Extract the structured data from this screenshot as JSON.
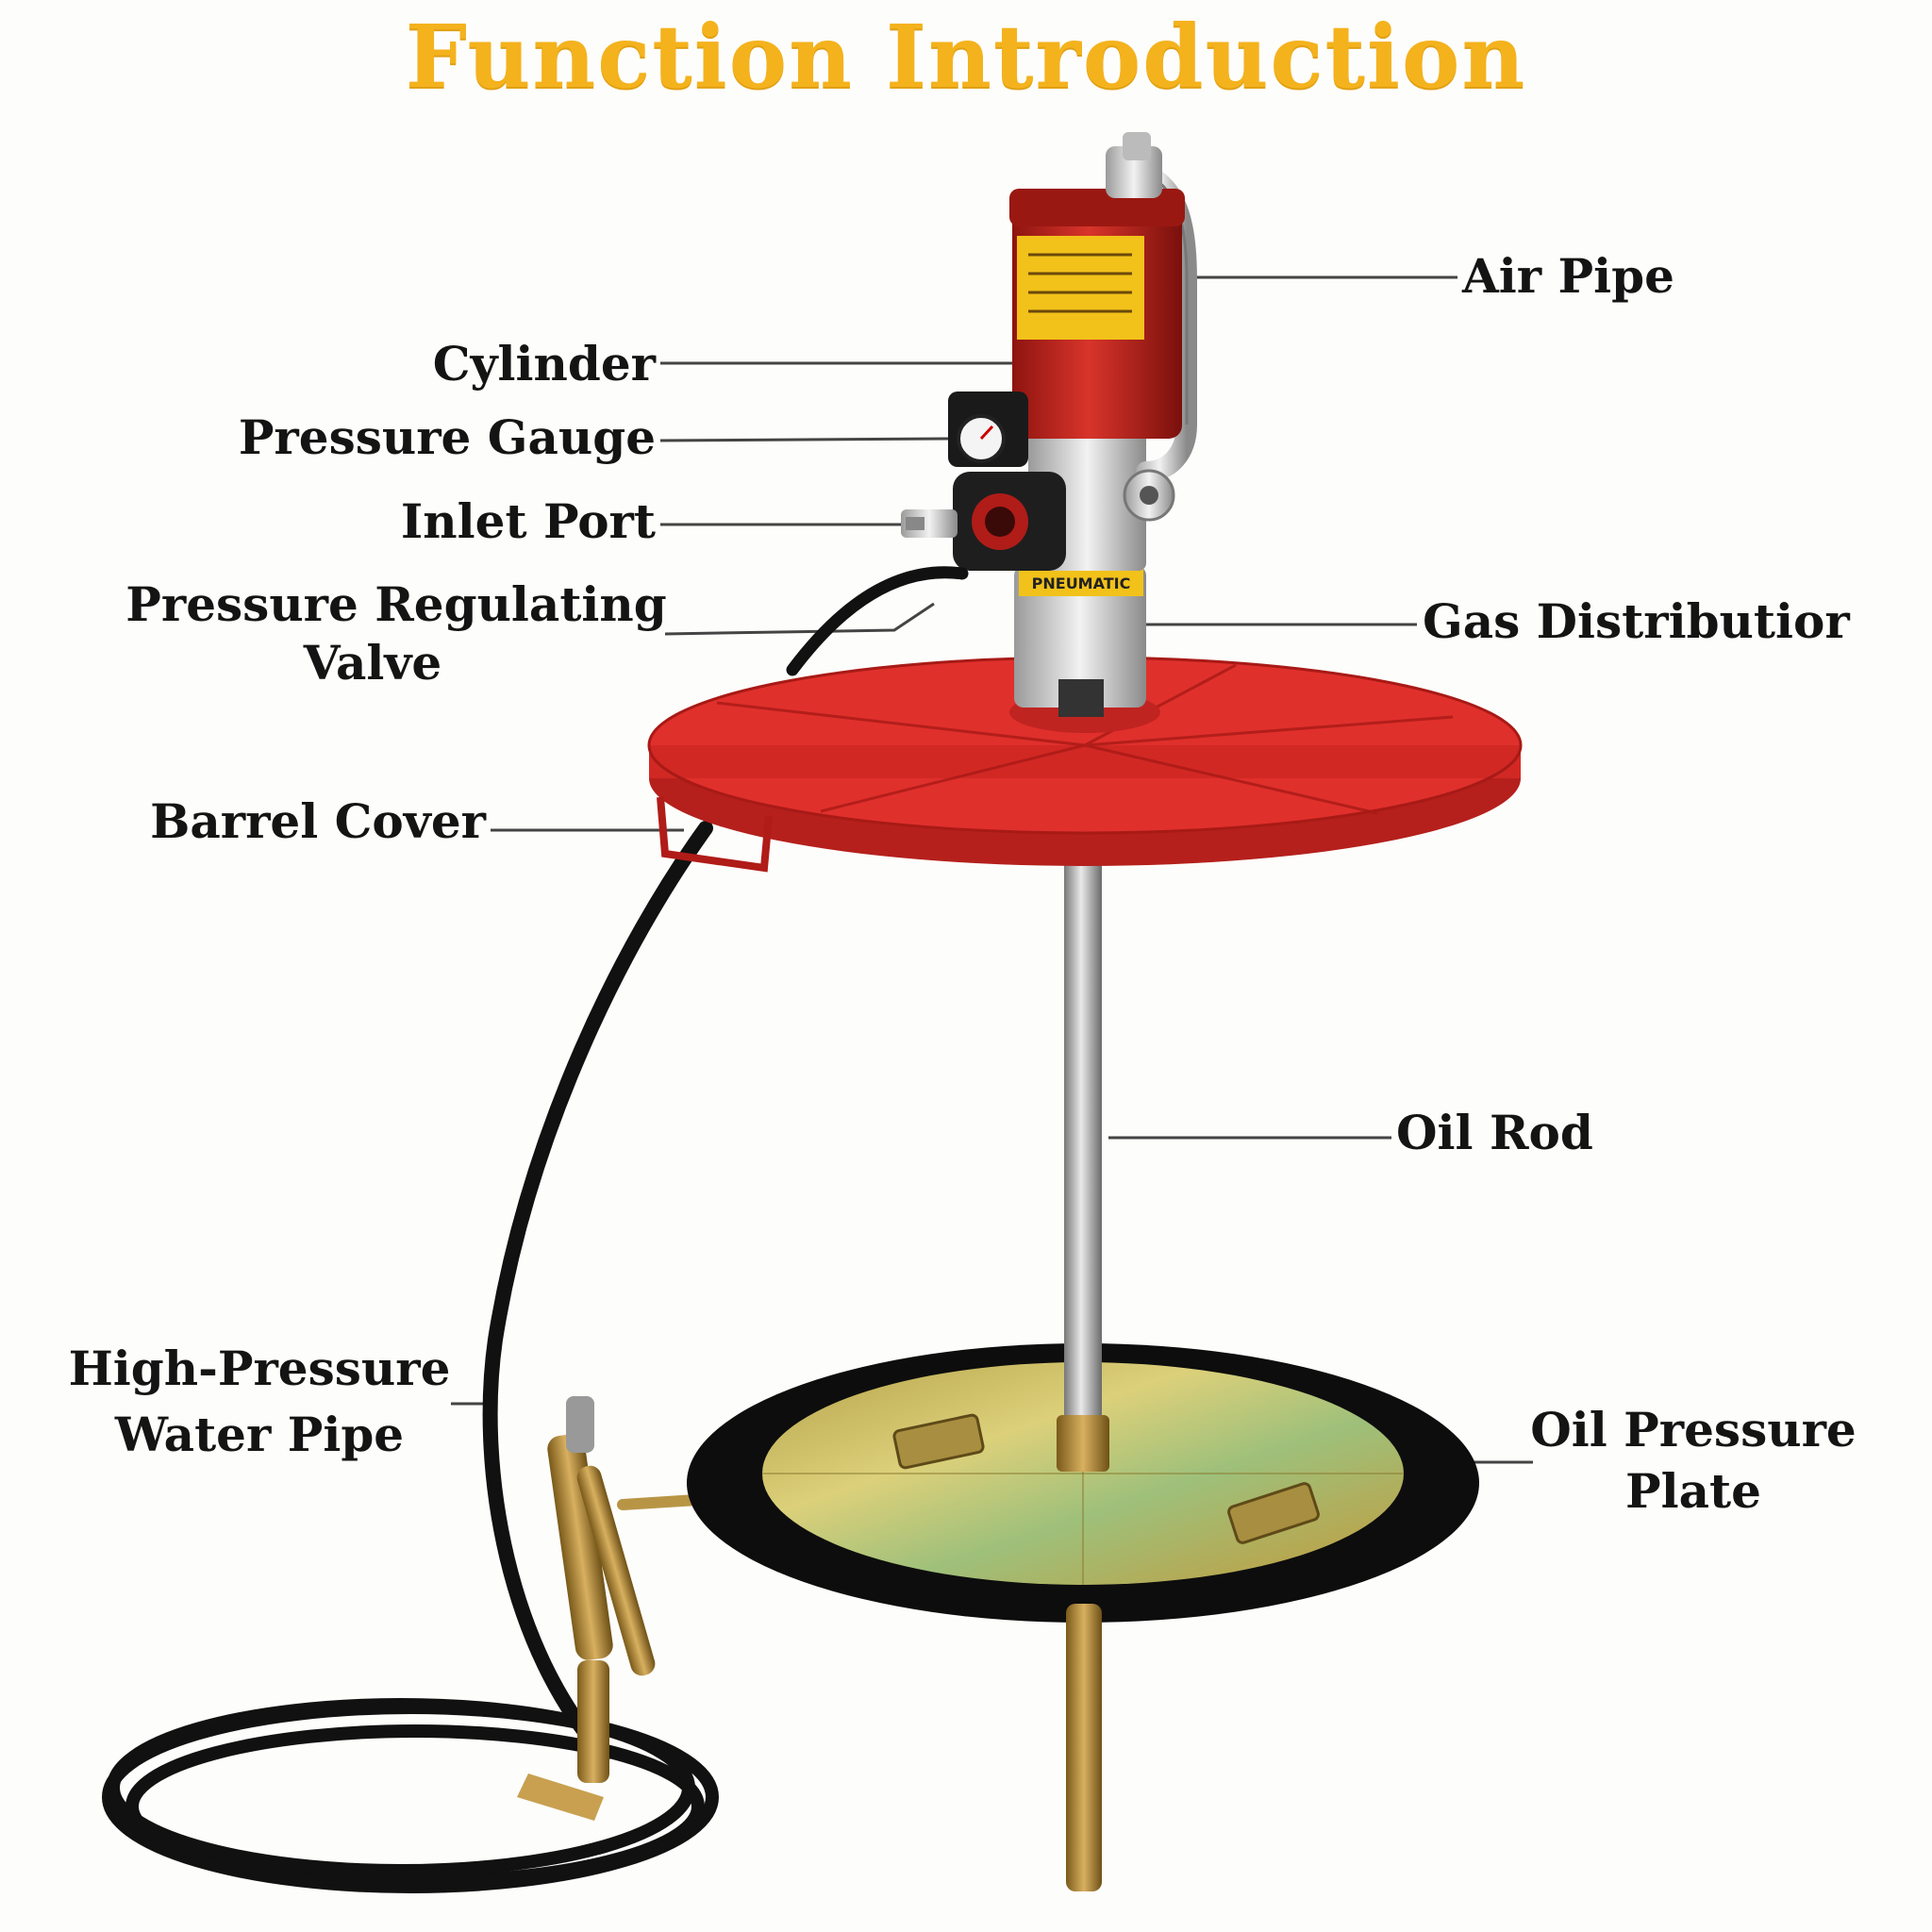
{
  "title": "Function Introduction",
  "labels": {
    "air_pipe": "Air Pipe",
    "cylinder": "Cylinder",
    "pressure_gauge": "Pressure Gauge",
    "inlet_port": "Inlet Port",
    "pressure_regulating_valve_line1": "Pressure Regulating",
    "pressure_regulating_valve_line2": "Valve",
    "gas_distribution": "Gas Distributior",
    "barrel_cover": "Barrel Cover",
    "oil_rod": "Oil Rod",
    "high_pressure_water_pipe_line1": "High-Pressure",
    "high_pressure_water_pipe_line2": "Water Pipe",
    "oil_pressure_plate_line1": "Oil Pressure",
    "oil_pressure_plate_line2": "Plate"
  },
  "colors": {
    "title": "#f4b21d",
    "cover_red": "#e0302c",
    "cylinder_red": "#c8231c",
    "label_yellow": "#f2c21a",
    "hose_black": "#111111",
    "plate_gold": "#c9b24a",
    "rubber_black": "#0d0d0d",
    "leader_line": "#444444"
  }
}
